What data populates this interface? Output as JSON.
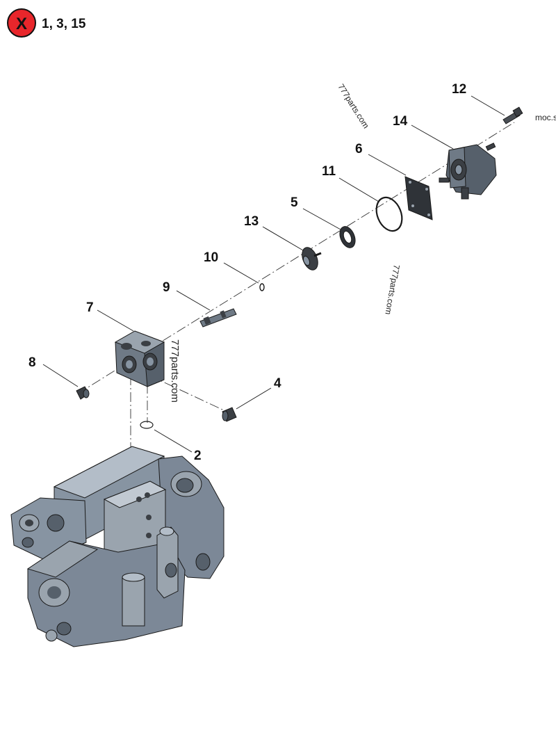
{
  "header": {
    "excluded_badge_symbol": "X",
    "excluded_items": "1, 3, 15",
    "badge_color": "#e8262b"
  },
  "labels": {
    "l2": "2",
    "l4": "4",
    "l5": "5",
    "l6": "6",
    "l7": "7",
    "l8": "8",
    "l9": "9",
    "l10": "10",
    "l11": "11",
    "l12": "12",
    "l13": "13",
    "l14": "14"
  },
  "watermarks": {
    "w1": "777parts.com",
    "w2": "777parts.com",
    "w3": "777parts.com",
    "w4": "moc.s"
  },
  "colors": {
    "part_fill": "#8794a2",
    "part_dark": "#3b3f44",
    "part_light": "#b3bdc8"
  }
}
